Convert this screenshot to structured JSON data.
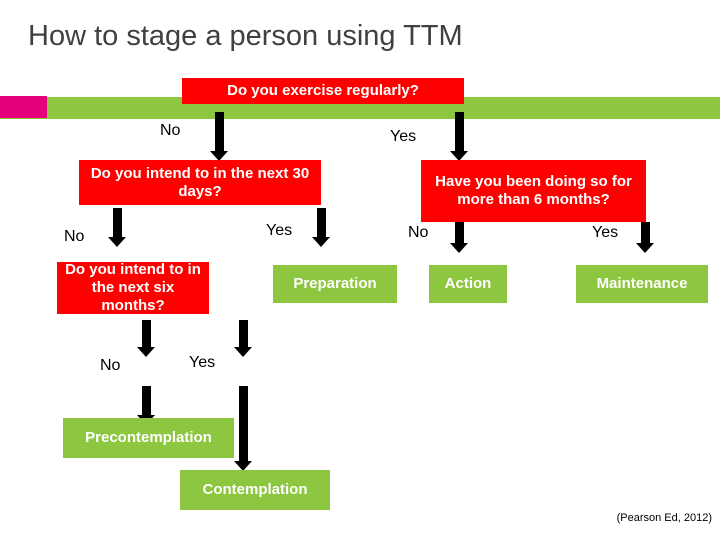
{
  "slide": {
    "title": "How to stage a person using TTM",
    "credit": "(Pearson Ed, 2012)",
    "colors": {
      "question_node": "#FF0000",
      "stage_node": "#8DC63F",
      "title_text": "#404040",
      "accent_bar_green": "#8DC63F",
      "accent_bar_magenta": "#E6007E"
    },
    "nodes": [
      {
        "id": "q1",
        "text": "Do you exercise regularly?",
        "type": "question"
      },
      {
        "id": "q2",
        "text": "Do you intend to in the next 30 days?",
        "type": "question"
      },
      {
        "id": "q3",
        "text": "Have you been doing so for more than 6 months?",
        "type": "question"
      },
      {
        "id": "q4",
        "text": "Do you intend to in the next six months?",
        "type": "question"
      },
      {
        "id": "s1",
        "text": "Preparation",
        "type": "stage"
      },
      {
        "id": "s2",
        "text": "Action",
        "type": "stage"
      },
      {
        "id": "s3",
        "text": "Maintenance",
        "type": "stage"
      },
      {
        "id": "s4",
        "text": "Precontemplation",
        "type": "stage"
      },
      {
        "id": "s5",
        "text": "Contemplation",
        "type": "stage"
      }
    ],
    "edge_labels": [
      {
        "id": "e1",
        "text": "No"
      },
      {
        "id": "e2",
        "text": "Yes"
      },
      {
        "id": "e3",
        "text": "No"
      },
      {
        "id": "e4",
        "text": "Yes"
      },
      {
        "id": "e5",
        "text": "No"
      },
      {
        "id": "e6",
        "text": "Yes"
      },
      {
        "id": "e7",
        "text": "No"
      },
      {
        "id": "e8",
        "text": "Yes"
      }
    ]
  }
}
